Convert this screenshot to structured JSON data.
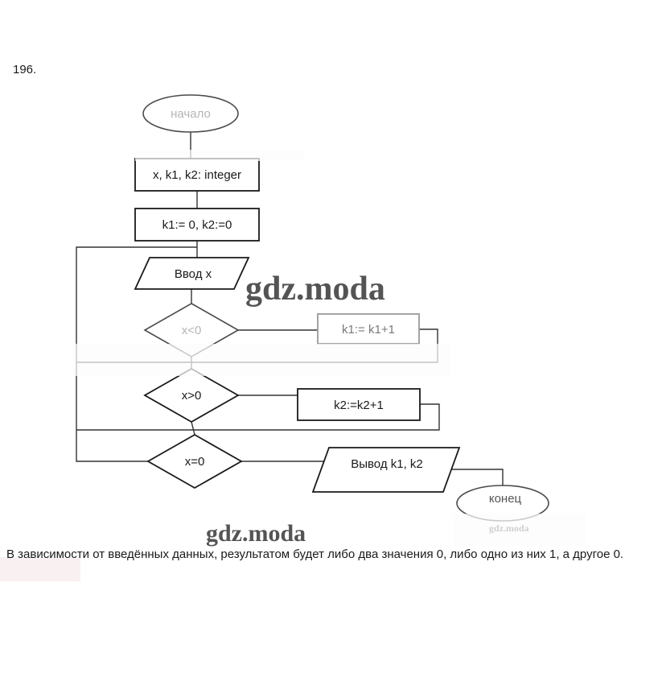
{
  "page": {
    "problem_number": "196.",
    "note": "В зависимости от введённых данных, результатом будет либо два значения 0, либо одно из них 1, а другое 0."
  },
  "watermarks": {
    "main": "gdz.moda",
    "secondary": "gdz.moda",
    "tiny": "gdz.moda"
  },
  "flowchart": {
    "start_label": "начало",
    "declare_label": "x, k1, k2: integer",
    "init_label": "k1:= 0, k2:=0",
    "input_label": "Ввод x",
    "cond_negative_label": "x<0",
    "increment_k1_label": "k1:= k1+1",
    "cond_positive_label": "x>0",
    "increment_k2_label": "k2:=k2+1",
    "cond_zero_label": "x=0",
    "output_label": "Вывод k1, k2",
    "end_label": "конец"
  }
}
